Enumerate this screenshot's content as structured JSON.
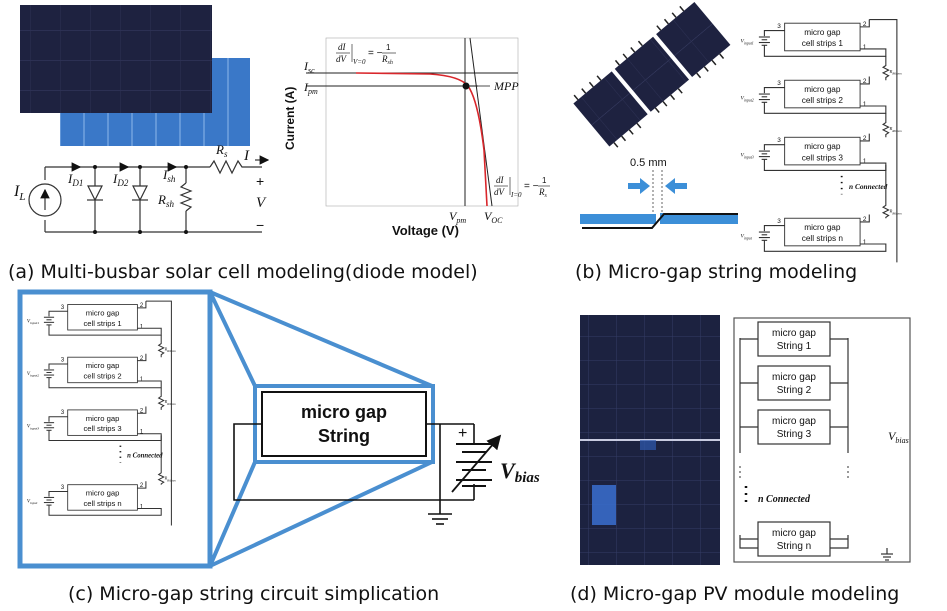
{
  "captions": {
    "a": "(a) Multi-busbar solar cell modeling(diode model)",
    "b": "(b) Micro-gap string  modeling",
    "c": "(c) Micro-gap string circuit simplication",
    "d": "(d) Micro-gap PV module modeling"
  },
  "panel_a": {
    "circuit": {
      "IL": "I",
      "IL_sub": "L",
      "ID1": "I",
      "ID1_sub": "D1",
      "ID2": "I",
      "ID2_sub": "D2",
      "Ish": "I",
      "Ish_sub": "sh",
      "Rs": "R",
      "Rs_sub": "s",
      "Rsh": "R",
      "Rsh_sub": "sh",
      "I": "I",
      "plus": "+",
      "V": "V",
      "minus": "−"
    },
    "iv": {
      "ylabel": "Current (A)",
      "xlabel": "Voltage (V)",
      "isc": "I",
      "isc_sub": "sc",
      "ipm": "I",
      "ipm_sub": "pm",
      "vpm": "V",
      "vpm_sub": "pm",
      "voc": "V",
      "voc_sub": "OC",
      "mpp": "MPP",
      "slope_sh_lhs": "dI",
      "slope_sh_den": "dV",
      "slope_sh_cond": "V=0",
      "slope_sh_rhs": "= −",
      "slope_sh_num": "1",
      "slope_sh_r": "R",
      "slope_sh_r_sub": "sh",
      "slope_s_lhs": "dI",
      "slope_s_den": "dV",
      "slope_s_cond": "I=0",
      "slope_s_rhs": "= −",
      "slope_s_num": "1",
      "slope_s_r": "R",
      "slope_s_r_sub": "s"
    }
  },
  "panel_b": {
    "gap_label": "0.5  mm",
    "strips": [
      "micro gap\ncell strips 1",
      "micro gap\ncell strips 2",
      "micro gap\ncell strips 3",
      "micro gap\ncell strips n"
    ],
    "vinputs": [
      "V_input1",
      "V_input2",
      "V_input3",
      "V_input_n"
    ],
    "rslabel": "R_Ribbon",
    "n_connected": "n Connected",
    "pin1": "1",
    "pin2": "2",
    "pin3": "3"
  },
  "panel_c": {
    "block_line1": "micro gap",
    "block_line2": "String",
    "vbias": "V",
    "vbias_sub": "bias",
    "plus": "+",
    "n_connected": "n Connected"
  },
  "panel_d": {
    "strings": [
      "micro gap\nString 1",
      "micro gap\nString 2",
      "micro gap\nString 3",
      "micro gap\nString n"
    ],
    "n_connected": "n Connected",
    "vbias": "V",
    "vbias_sub": "bias"
  },
  "colors": {
    "cell_dark": "#1c1f3a",
    "cell_blue": "#2f6fc4",
    "iv_curve": "#d9262b",
    "highlight": "#4a8fd0",
    "blue_arrow": "#3c8fd8"
  }
}
